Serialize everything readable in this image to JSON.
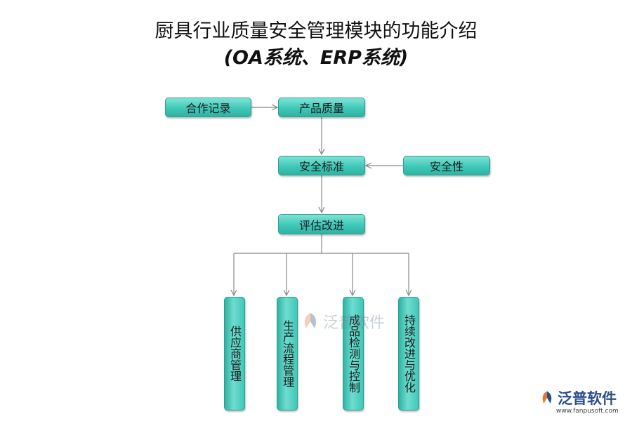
{
  "title": {
    "line1": "厨具行业质量安全管理模块的功能介绍",
    "line2": "(OA系统、ERP系统)"
  },
  "nodes": {
    "hezuo": "合作记录",
    "chanpin": "产品质量",
    "anquanbiaozhun": "安全标准",
    "anquanxing": "安全性",
    "pinggu": "评估改进",
    "gongying": "供应商管理",
    "shengchan": "生产流程管理",
    "chengpin": "成品检测与控制",
    "chixu": "持续改进与优化"
  },
  "watermark": {
    "center": "泛普软件",
    "brand": "泛普软件",
    "url": "www.fanpusoft.com"
  },
  "colors": {
    "node_fill": "#3fc8b8",
    "connector": "#888888",
    "logo_orange": "#e8772e",
    "logo_blue": "#2a4f8a"
  }
}
